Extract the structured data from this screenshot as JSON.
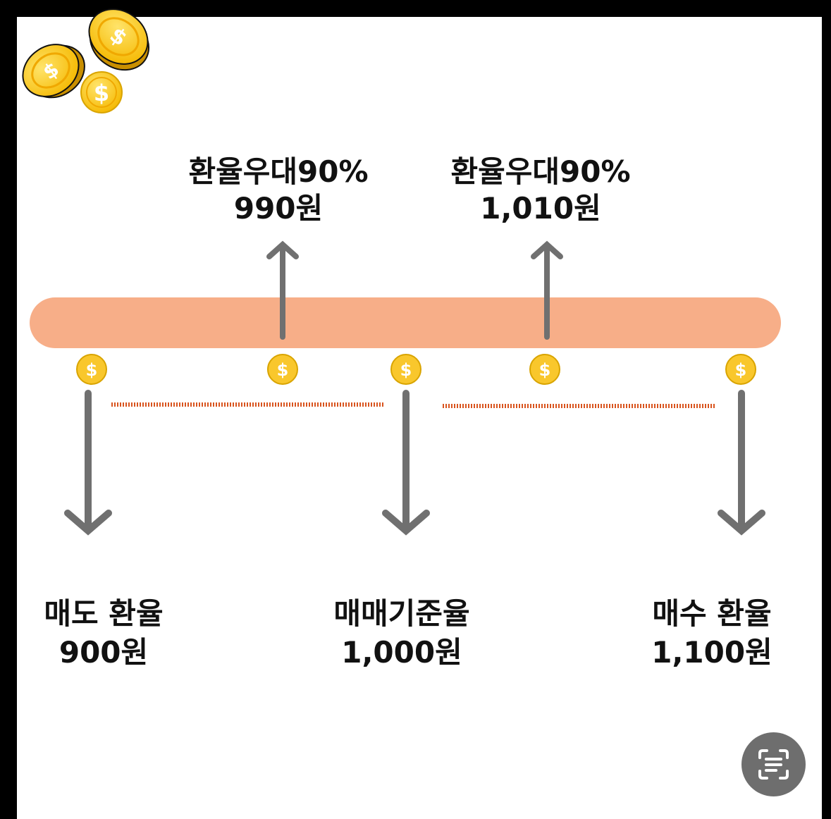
{
  "top_labels": [
    {
      "line1": "환율우대90%",
      "line2": "990원"
    },
    {
      "line1": "환율우대90%",
      "line2": "1,010원"
    }
  ],
  "bottom_labels": [
    {
      "line1": "매도 환율",
      "line2": "900원"
    },
    {
      "line1": "매매기준율",
      "line2": "1,000원"
    },
    {
      "line1": "매수 환율",
      "line2": "1,100원"
    }
  ],
  "icons": {
    "coin_symbol": "$",
    "coin_icon": "dollar-coin-icon",
    "lens_icon": "text-scan-icon"
  },
  "colors": {
    "band": "#f7ae88",
    "arrow": "#707070",
    "coin_fill": "#f9c72c",
    "coin_rim": "#d9a400",
    "dotted_line": "#d9541e",
    "frame": "#000000",
    "lens_button": "#6e6e6e"
  }
}
